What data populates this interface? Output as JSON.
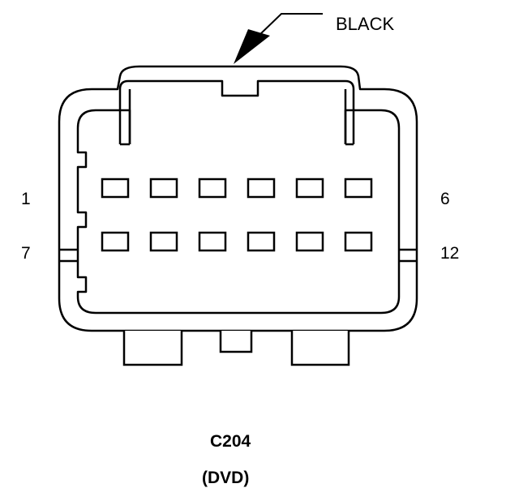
{
  "connector": {
    "id": "C204",
    "description": "(DVD)",
    "color_label": "BLACK",
    "line_color": "#000000"
  },
  "pin_labels": {
    "row1_first": "1",
    "row1_last": "6",
    "row2_first": "7",
    "row2_last": "12"
  },
  "cavities": {
    "rows": 2,
    "per_row": 6
  }
}
